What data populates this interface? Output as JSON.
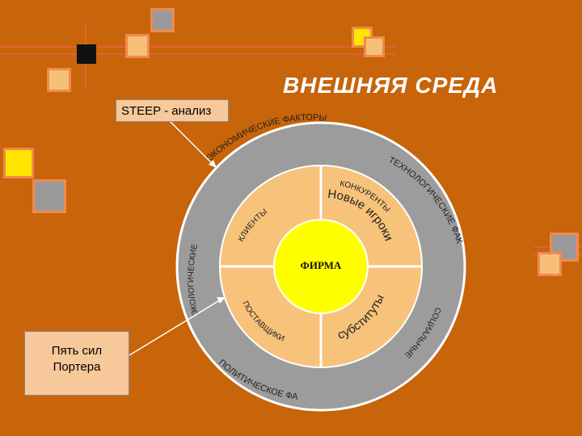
{
  "title": "ВНЕШНЯЯ СРЕДА",
  "steep_label": "STEEP - анализ",
  "porter_label_line1": "Пять сил",
  "porter_label_line2": "Портера",
  "center_label": "ФИРМА",
  "outer_factors": {
    "economic": "ЭКОНОМИЧЕСКИЕ ФАКТОРЫ",
    "technological": "ТЕХНОЛОГИЧЕСКИЕ ФАКТОРЫ",
    "social": "СОЦИАЛЬНЫЕ ФАКТОРЫ",
    "political": "ПОЛИТИЧЕСКОЕ ФАКТОРЫ",
    "ecological": "ЭКОЛОГИЧЕСКИЕ ФАКТОРЫ"
  },
  "inner_forces": {
    "clients": "КЛИЕНТЫ",
    "competitors": "КОНКУРЕНТЫ",
    "new_players": "Новые игроки",
    "suppliers": "ПОСТАВЩИКИ",
    "substitutes": "субституты"
  },
  "colors": {
    "background": "#c8640a",
    "outer_ring": "#9c9c9c",
    "inner_ring": "#f7c27a",
    "center": "#ffff00",
    "text_dark": "#222222"
  }
}
